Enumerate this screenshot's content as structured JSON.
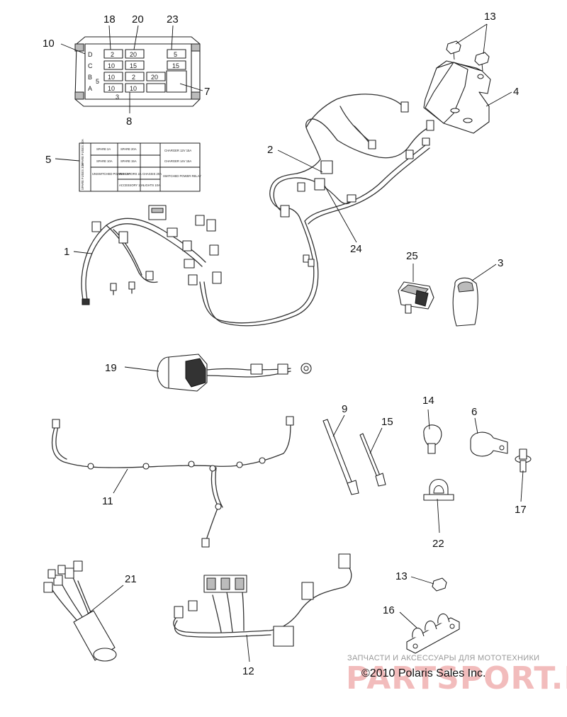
{
  "diagram": {
    "callouts": {
      "c1": "1",
      "c2": "2",
      "c3": "3",
      "c4": "4",
      "c5": "5",
      "c6": "6",
      "c7": "7",
      "c8": "8",
      "c9": "9",
      "c10": "10",
      "c11": "11",
      "c12": "12",
      "c13a": "13",
      "c13b": "13",
      "c14": "14",
      "c15": "15",
      "c16": "16",
      "c17": "17",
      "c18": "18",
      "c19": "19",
      "c20": "20",
      "c21": "21",
      "c22": "22",
      "c23": "23",
      "c24": "24",
      "c25": "25"
    },
    "fuse_box": {
      "row_letters": [
        "D",
        "C",
        "B",
        "A"
      ],
      "row_d": [
        "2",
        "20",
        "5"
      ],
      "row_c": [
        "10",
        "15",
        "15"
      ],
      "row_b": [
        "10",
        "2",
        "20"
      ],
      "row_a": [
        "10",
        "10"
      ],
      "col_5": "5",
      "bottom_3": "3"
    },
    "fuse_label": {
      "side_top": "SPARE FUSES 30A",
      "side_bottom": "SPARE FUSES 30A",
      "spare_2a": "SPARE 2A",
      "spare_20a": "SPARE 20A",
      "charger_12v": "CHARGER 12V 15A",
      "spare_10a": "SPARE 10A",
      "spare_15a": "SPARE 15A",
      "charger_14v": "CHARGER 14V 15A",
      "unswitched": "UNSWITCHED POWER 10A",
      "indicators": "INDICATORS 2A",
      "chassis": "CHASSIS 20A",
      "switched_relay": "SWITCHED POWER RELAY",
      "accessory": "ACCESSORY 10A",
      "lights": "LIGHTS 10A"
    },
    "watermark_line": "ЗАПЧАСТИ И АКСЕССУАРЫ ДЛЯ МОТОТЕХНИКИ",
    "watermark_logo": "PARTSPORT.RU",
    "copyright": "©2010 Polaris Sales Inc."
  }
}
